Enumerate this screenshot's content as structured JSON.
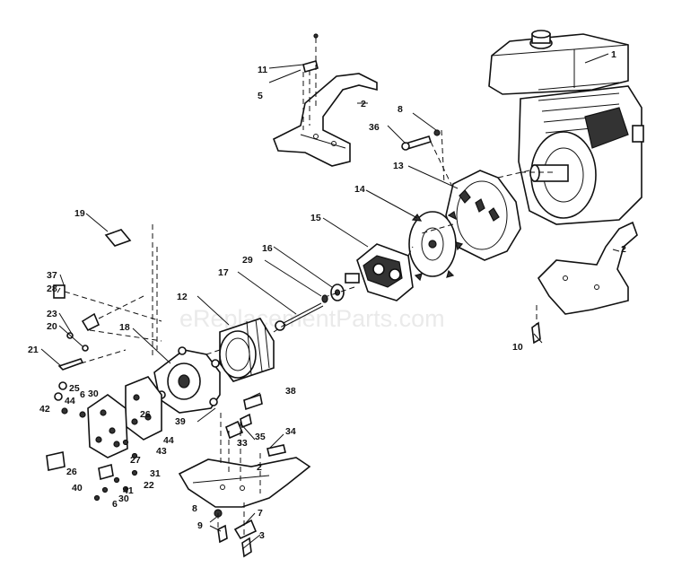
{
  "watermark": "eReplacementParts.com",
  "callouts": [
    {
      "id": "c1",
      "text": "1"
    },
    {
      "id": "c2a",
      "text": "2"
    },
    {
      "id": "c2b",
      "text": "2"
    },
    {
      "id": "c2c",
      "text": "2"
    },
    {
      "id": "c3",
      "text": "3"
    },
    {
      "id": "c5",
      "text": "5"
    },
    {
      "id": "c6a",
      "text": "6"
    },
    {
      "id": "c6b",
      "text": "6"
    },
    {
      "id": "c7",
      "text": "7"
    },
    {
      "id": "c8a",
      "text": "8"
    },
    {
      "id": "c8b",
      "text": "8"
    },
    {
      "id": "c9",
      "text": "9"
    },
    {
      "id": "c10",
      "text": "10"
    },
    {
      "id": "c11",
      "text": "11"
    },
    {
      "id": "c12",
      "text": "12"
    },
    {
      "id": "c13",
      "text": "13"
    },
    {
      "id": "c14",
      "text": "14"
    },
    {
      "id": "c15",
      "text": "15"
    },
    {
      "id": "c16",
      "text": "16"
    },
    {
      "id": "c17",
      "text": "17"
    },
    {
      "id": "c18",
      "text": "18"
    },
    {
      "id": "c19",
      "text": "19"
    },
    {
      "id": "c20",
      "text": "20"
    },
    {
      "id": "c21",
      "text": "21"
    },
    {
      "id": "c22",
      "text": "22"
    },
    {
      "id": "c23",
      "text": "23"
    },
    {
      "id": "c25",
      "text": "25"
    },
    {
      "id": "c26a",
      "text": "26"
    },
    {
      "id": "c26b",
      "text": "26"
    },
    {
      "id": "c27",
      "text": "27"
    },
    {
      "id": "c28",
      "text": "28"
    },
    {
      "id": "c29",
      "text": "29"
    },
    {
      "id": "c30a",
      "text": "30"
    },
    {
      "id": "c30b",
      "text": "30"
    },
    {
      "id": "c31",
      "text": "31"
    },
    {
      "id": "c33",
      "text": "33"
    },
    {
      "id": "c34",
      "text": "34"
    },
    {
      "id": "c35",
      "text": "35"
    },
    {
      "id": "c36",
      "text": "36"
    },
    {
      "id": "c37",
      "text": "37"
    },
    {
      "id": "c38",
      "text": "38"
    },
    {
      "id": "c39",
      "text": "39"
    },
    {
      "id": "c40",
      "text": "40"
    },
    {
      "id": "c41",
      "text": "41"
    },
    {
      "id": "c42",
      "text": "42"
    },
    {
      "id": "c43",
      "text": "43"
    },
    {
      "id": "c44a",
      "text": "44"
    },
    {
      "id": "c44b",
      "text": "44"
    }
  ]
}
